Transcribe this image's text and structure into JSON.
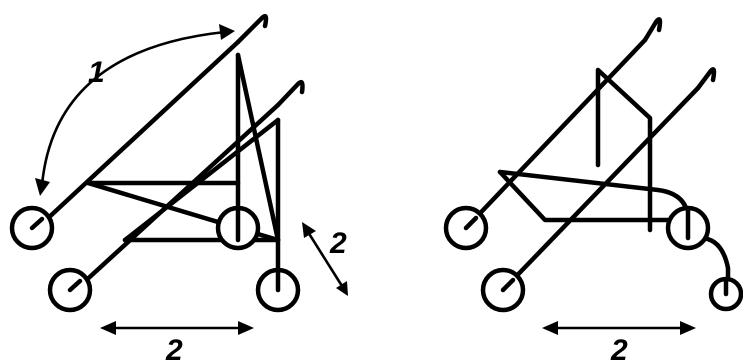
{
  "labels": {
    "fold_angle": "1",
    "width_left": "2",
    "depth_left": "2",
    "width_right": "2"
  }
}
